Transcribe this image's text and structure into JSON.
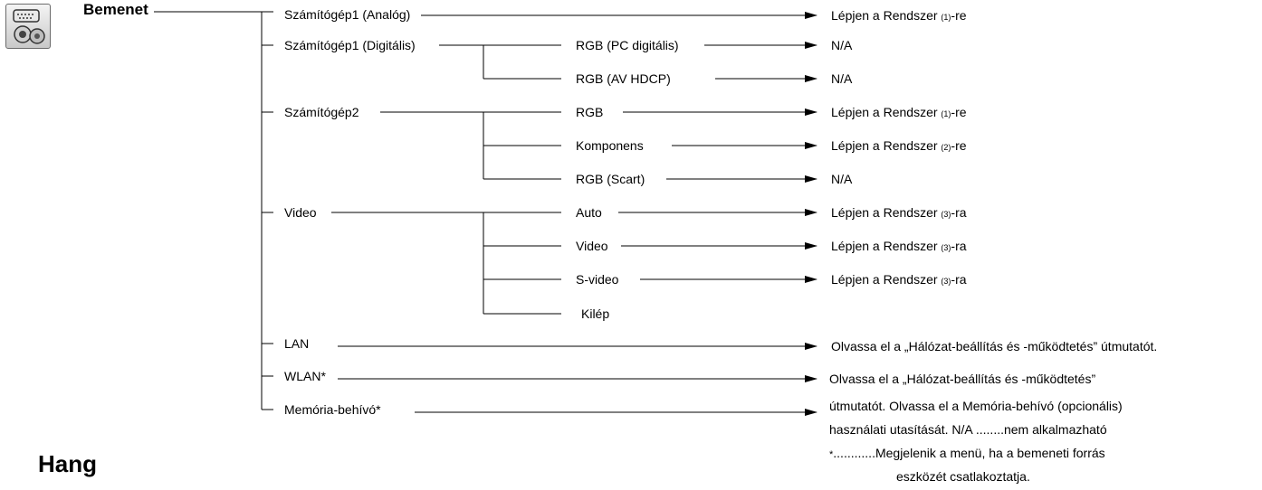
{
  "root": {
    "label": "Bemenet",
    "icon": "input-connector-icon"
  },
  "section_heading": "Hang",
  "level1": [
    "Számítógép1 (Analóg)",
    "Számítógép1 (Digitális)",
    "Számítógép2",
    "Video",
    "LAN",
    "WLAN*",
    "Memória-behívó*"
  ],
  "level2": {
    "digital": [
      "RGB (PC digitális)",
      "RGB (AV HDCP)"
    ],
    "computer2": [
      "RGB",
      "Komponens",
      "RGB (Scart)"
    ],
    "video": [
      "Auto",
      "Video",
      "S-video",
      "Kilép"
    ]
  },
  "results": {
    "r1_pre": "Lépjen a Rendszer ",
    "r2_pre": "Lépjen a Rendszer ",
    "r3_pre": "Lépjen a Rendszer ",
    "n1": "(1)",
    "n2": "(2)",
    "n3": "(3)",
    "re": "-re",
    "ra": "-ra",
    "na": "N/A",
    "lan": "Olvassa el a „Hálózat-beállítás és -működtetés” útmutatót."
  },
  "notes": {
    "line1": "Olvassa el a „Hálózat-beállítás és -működtetés”",
    "line2": "útmutatót. Olvassa el a Memória-behívó (opcionális)",
    "line3": "használati utasítását. N/A ........nem alkalmazható",
    "line4_marker": "*",
    "line4": "............Megjelenik a menü, ha a bemeneti forrás",
    "line5": "eszközét csatlakoztatja."
  }
}
